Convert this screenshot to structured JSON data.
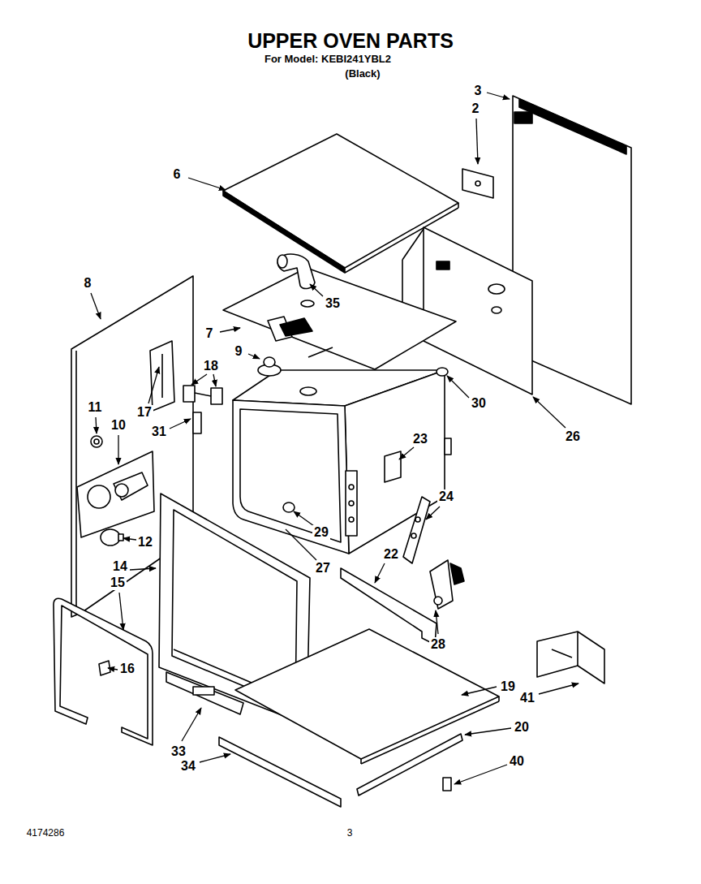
{
  "diagram": {
    "title": "UPPER OVEN PARTS",
    "labels": [
      "For Model: KEBI241YBL2",
      "(Black)",
      "3",
      "2",
      "6",
      "8",
      "35",
      "7",
      "9",
      "18",
      "30",
      "17",
      "31",
      "11",
      "10",
      "23",
      "26",
      "24",
      "29",
      "12",
      "27",
      "22",
      "14",
      "15",
      "28",
      "19",
      "41",
      "16",
      "33",
      "20",
      "34",
      "40",
      "4174286",
      "3"
    ]
  }
}
